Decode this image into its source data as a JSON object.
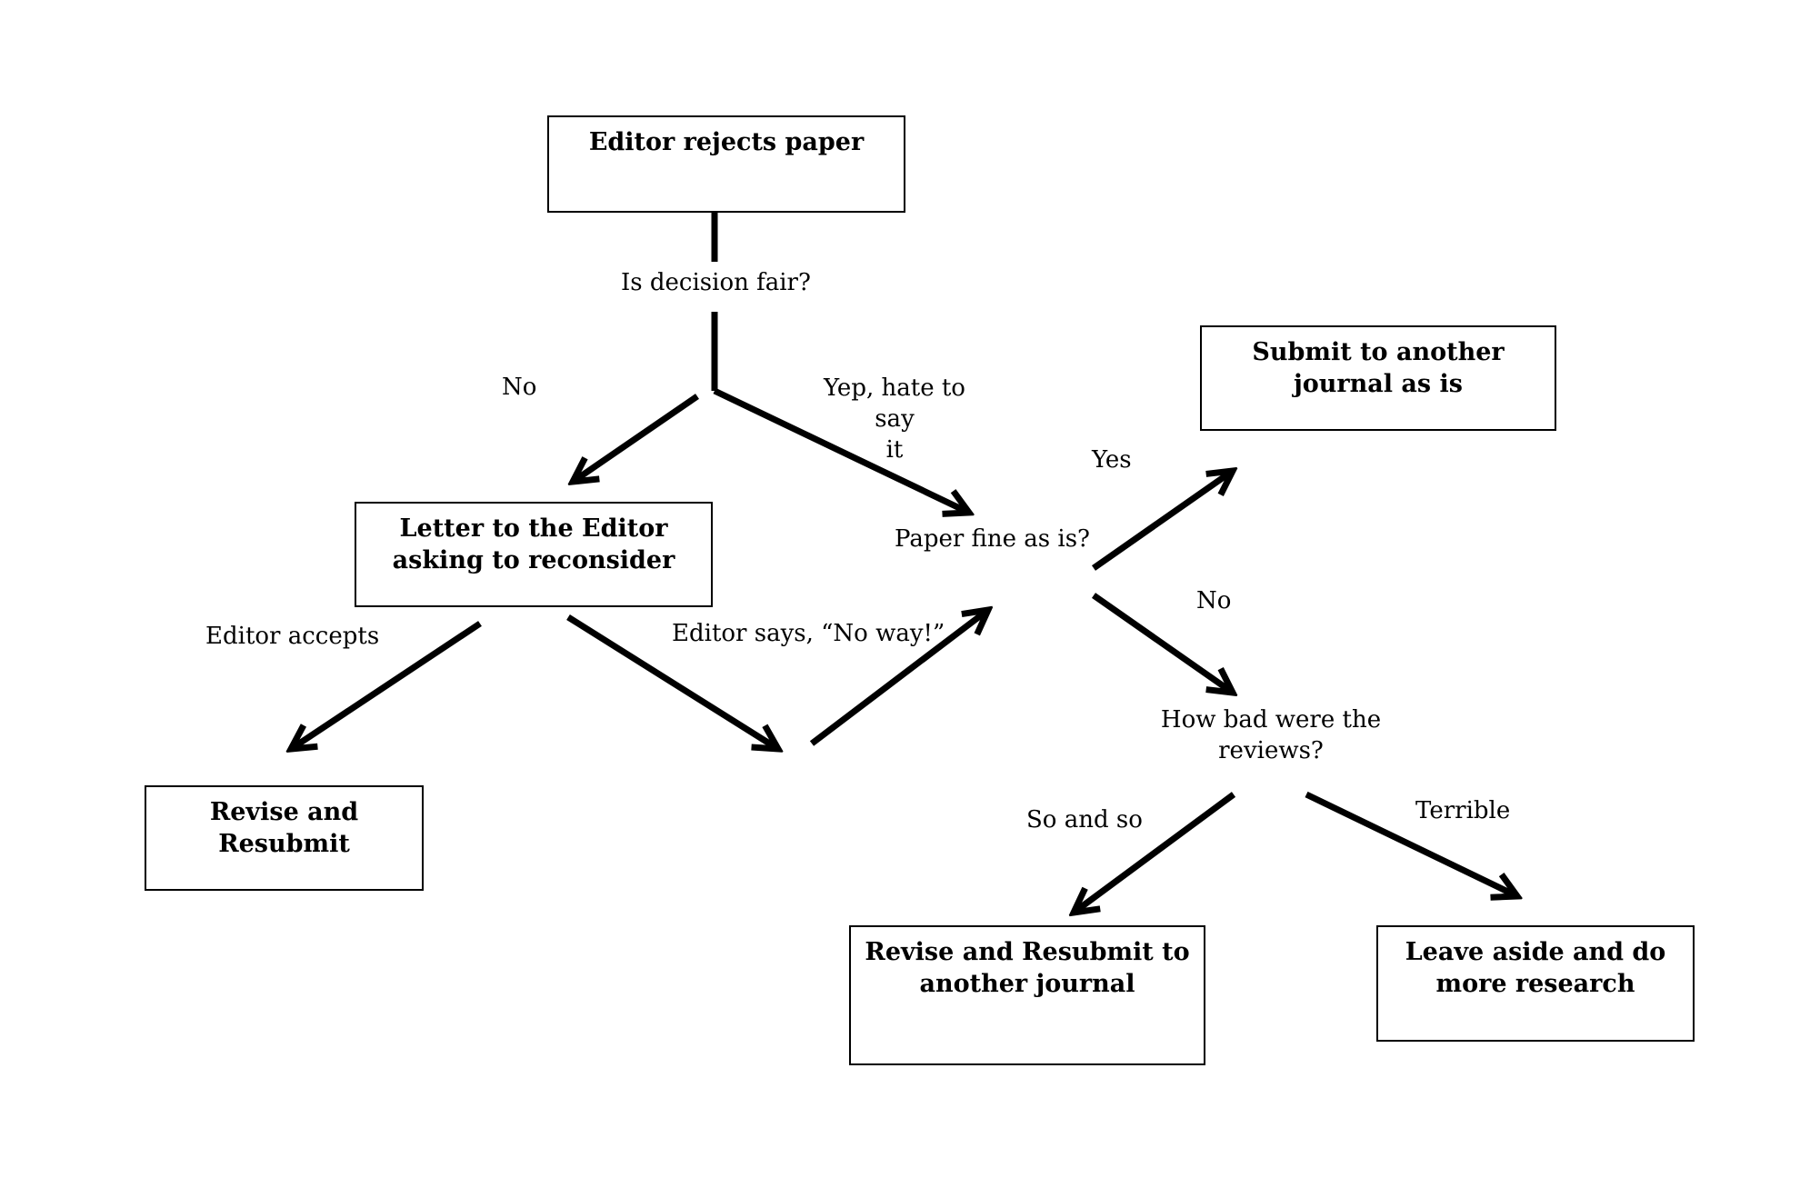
{
  "nodes": {
    "editor_rejects": "Editor rejects paper",
    "letter_to_editor": "Letter to the Editor\nasking to reconsider",
    "submit_another": "Submit to another\njournal as is",
    "revise_resubmit": "Revise and\nResubmit",
    "revise_resubmit_another": "Revise and Resubmit to\nanother journal",
    "leave_aside": "Leave aside and do\nmore research"
  },
  "labels": {
    "is_decision_fair": "Is decision fair?",
    "no_1": "No",
    "yep_hate": "Yep, hate to say\nit",
    "paper_fine": "Paper fine as is?",
    "yes": "Yes",
    "no_2": "No",
    "editor_accepts": "Editor accepts",
    "editor_says": "Editor says, “No way!”",
    "how_bad": "How bad were the\nreviews?",
    "so_and_so": "So and so",
    "terrible": "Terrible"
  },
  "colors": {
    "line": "#000000",
    "background": "#ffffff"
  }
}
